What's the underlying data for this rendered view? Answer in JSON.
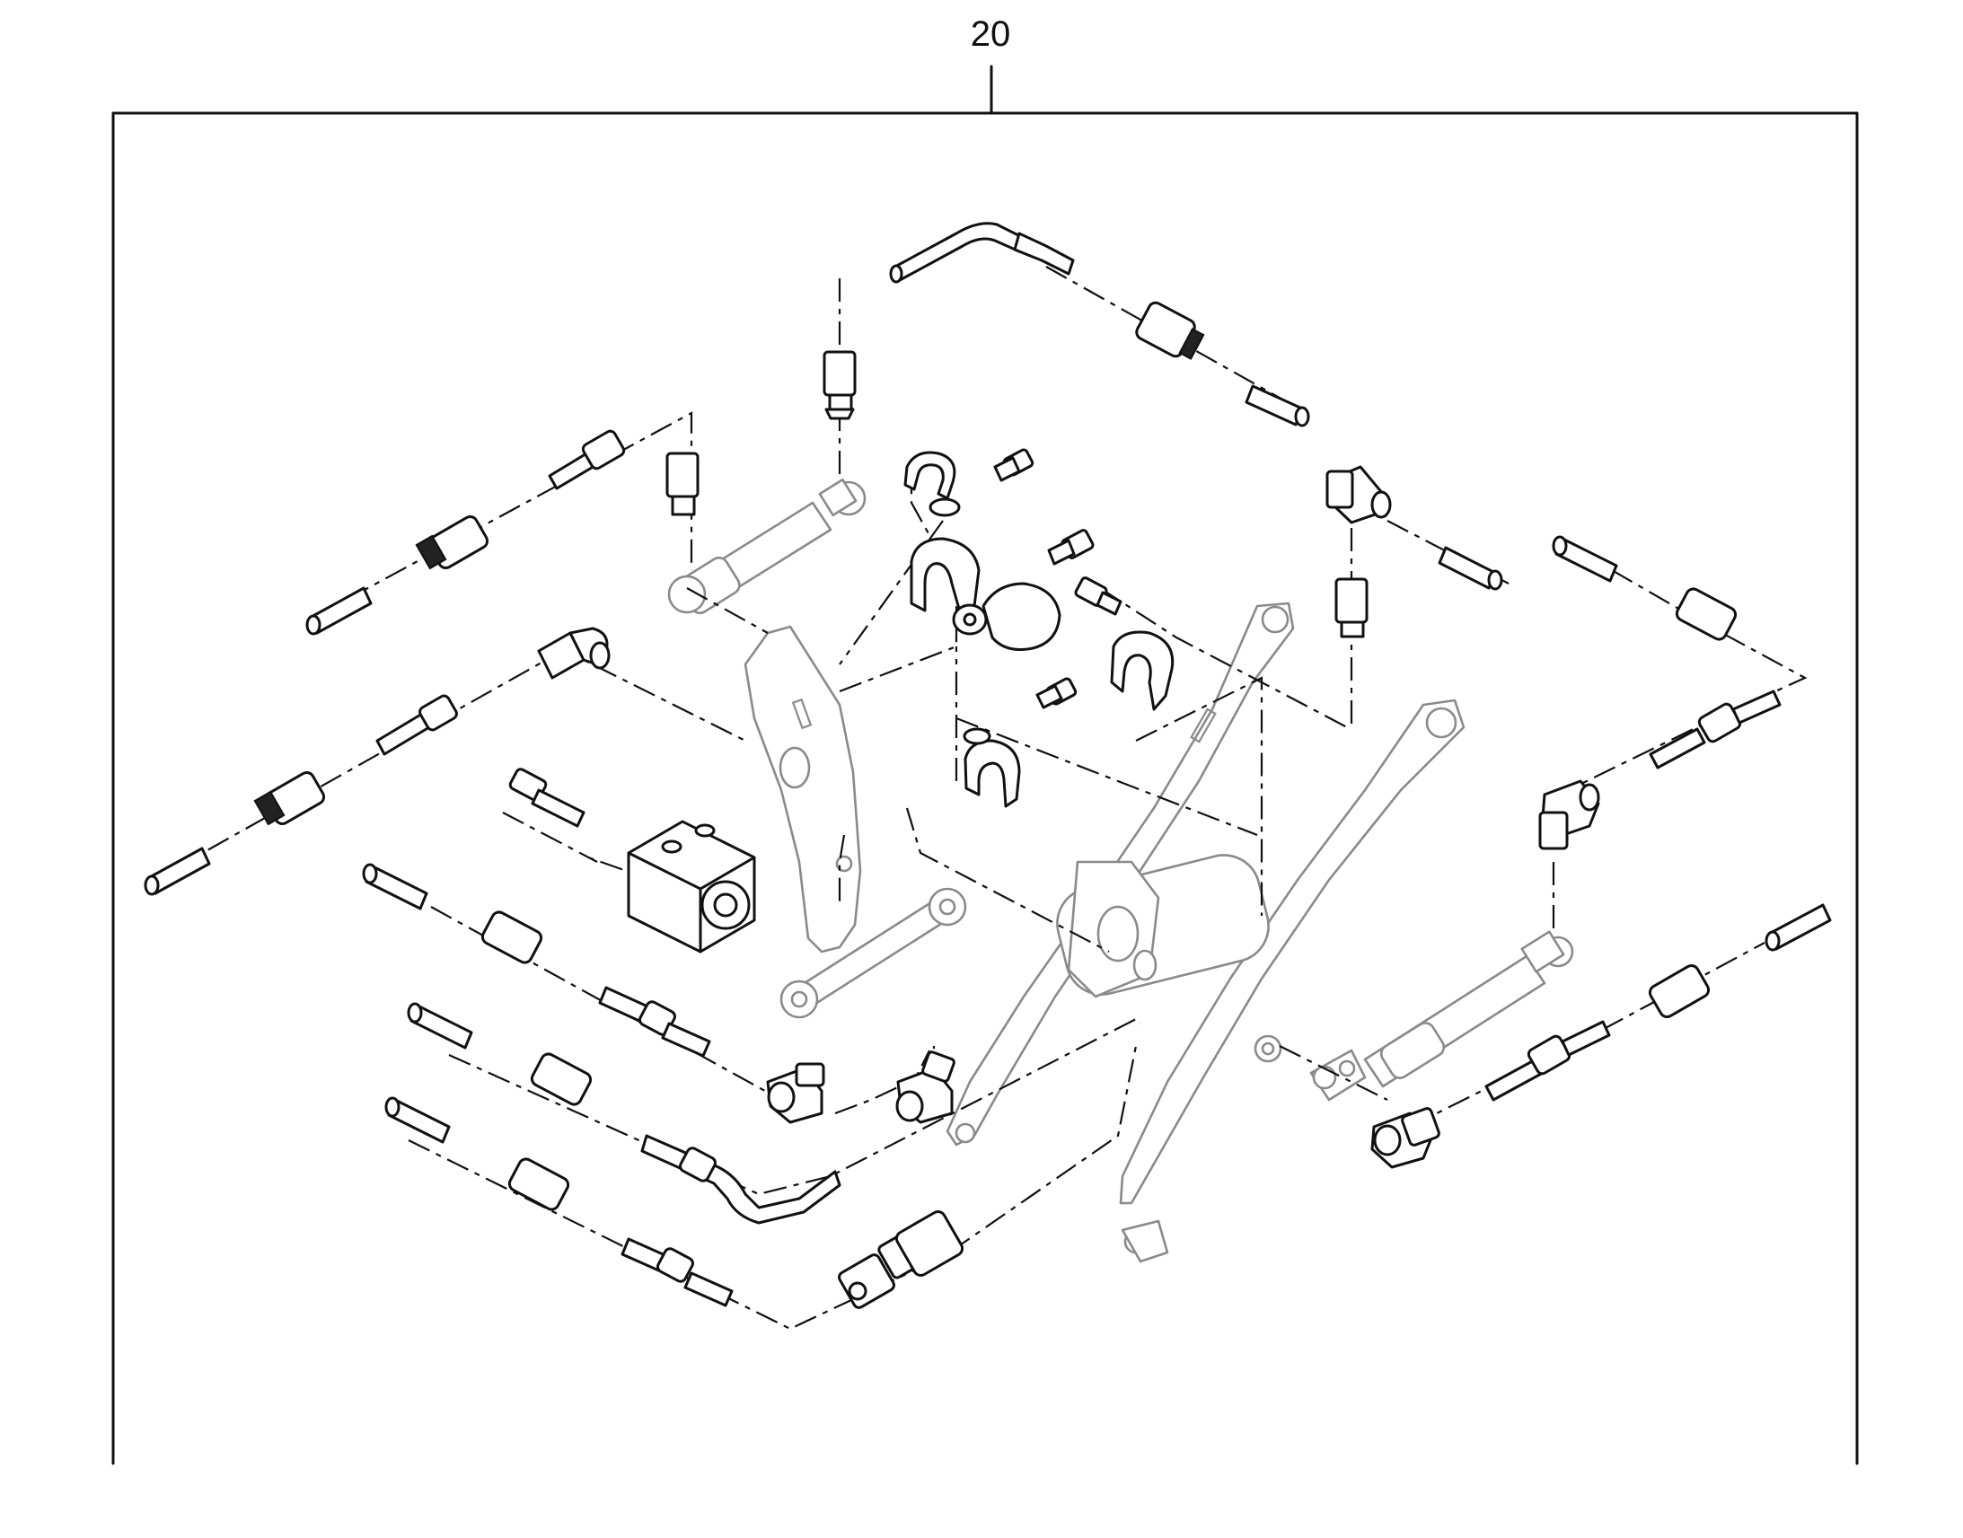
{
  "callout": {
    "label": "20"
  },
  "colors": {
    "line": "#111111",
    "component_outline": "#8a8a8a",
    "background": "#ffffff"
  },
  "parts": [
    {
      "kind": "tube",
      "icon": "tube-plug-icon"
    },
    {
      "kind": "nut",
      "icon": "hex-nut-icon"
    },
    {
      "kind": "sleeve",
      "icon": "ferrule-icon"
    },
    {
      "kind": "elbow",
      "icon": "elbow-fitting-icon"
    },
    {
      "kind": "clamp",
      "icon": "pipe-clamp-icon"
    },
    {
      "kind": "bolt",
      "icon": "bolt-icon"
    },
    {
      "kind": "block",
      "icon": "clamp-block-icon"
    },
    {
      "kind": "cylinder",
      "icon": "hydraulic-cylinder-icon"
    },
    {
      "kind": "arm",
      "icon": "lift-arm-icon"
    }
  ]
}
